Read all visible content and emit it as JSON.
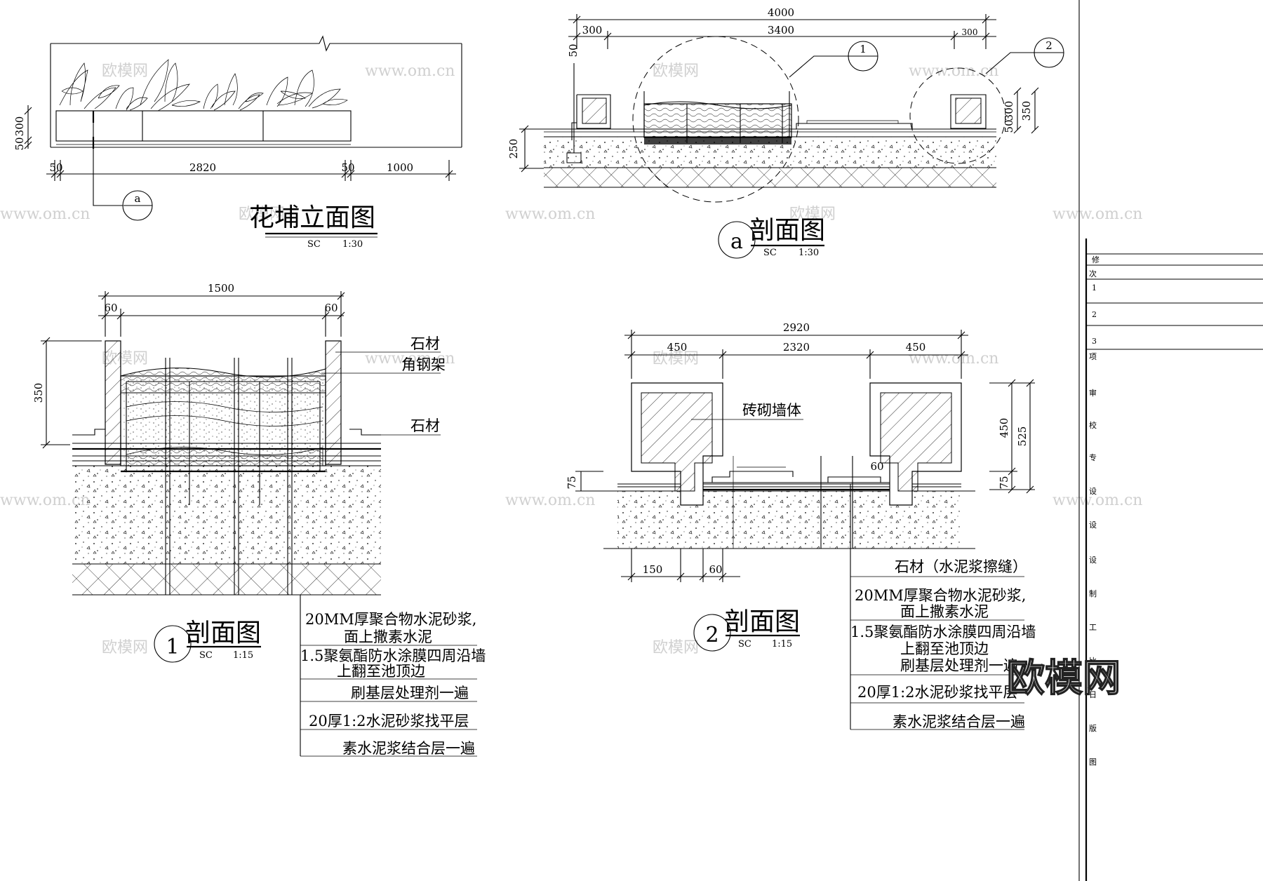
{
  "elevation": {
    "title": "花埔立面图",
    "scale_code": "SC",
    "scale": "1:30",
    "dims_bottom": [
      "50",
      "2820",
      "50",
      "1000"
    ],
    "dims_left": [
      "300",
      "50"
    ],
    "callout": "a"
  },
  "section_a": {
    "marker": "a",
    "title": "剖面图",
    "scale_code": "SC",
    "scale": "1:30",
    "dims_top_total": "4000",
    "dims_top": [
      "300",
      "3400",
      "300"
    ],
    "dim_left_top": "50",
    "dim_left": "250",
    "dims_right": [
      "300",
      "350",
      "50"
    ],
    "callouts": [
      "1",
      "2"
    ]
  },
  "section_1": {
    "marker": "1",
    "title": "剖面图",
    "scale_code": "SC",
    "scale": "1:15",
    "dim_total": "1500",
    "dims_side": [
      "60",
      "60"
    ],
    "dim_height": "350",
    "labels": [
      "石材",
      "角钢架",
      "石材"
    ],
    "layers": [
      "20MM厚聚合物水泥砂浆,",
      "面上撒素水泥",
      "1.5聚氨酯防水涂膜四周沿墙",
      "上翻至池顶边",
      "刷基层处理剂一遍",
      "20厚1:2水泥砂浆找平层",
      "素水泥浆结合层一遍"
    ]
  },
  "section_2": {
    "marker": "2",
    "title": "剖面图",
    "scale_code": "SC",
    "scale": "1:15",
    "dim_total": "2920",
    "dims_top": [
      "450",
      "2320",
      "450"
    ],
    "dims_right": [
      "450",
      "525",
      "75"
    ],
    "dim_left": "75",
    "dims_bottom": [
      "150",
      "60"
    ],
    "dim_inner": "60",
    "label_wall": "砖砌墙体",
    "layers": [
      "石材（水泥浆擦缝）",
      "20MM厚聚合物水泥砂浆,",
      "面上撒素水泥",
      "1.5聚氨酯防水涂膜四周沿墙",
      "上翻至池顶边",
      "刷基层处理剂一遍",
      "20厚1:2水泥砂浆找平层",
      "素水泥浆结合层一遍"
    ]
  },
  "title_block": [
    "修",
    "次",
    "1",
    "2",
    "3",
    "项",
    "审",
    "校",
    "专",
    "设",
    "设",
    "设",
    "制",
    "工",
    "比",
    "日",
    "版",
    "图"
  ],
  "watermark": {
    "url": "www.om.cn",
    "brand": "欧模网"
  }
}
